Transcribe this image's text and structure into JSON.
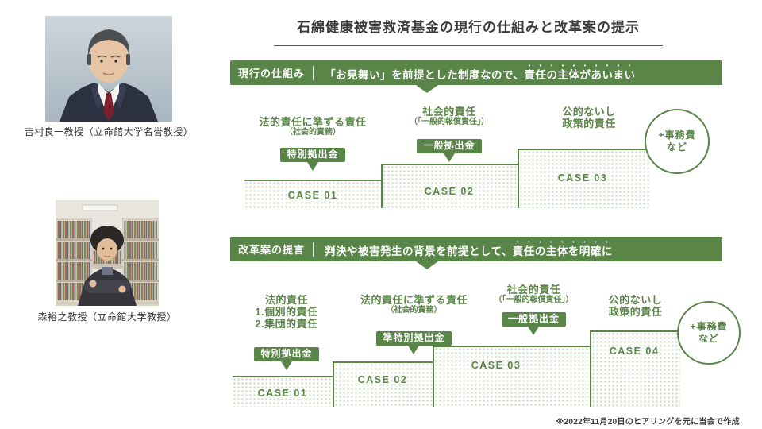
{
  "slide": {
    "title": "石綿健康被害救済基金の現行の仕組みと改革案の提示",
    "footer_note": "※2022年11月20日のヒアリングを元に当会で作成"
  },
  "professors": [
    {
      "caption": "吉村良一教授（立命館大学名誉教授）",
      "photo": "portrait-man-dark-suit-red-tie"
    },
    {
      "caption": "森裕之教授（立命館大学教授）",
      "photo": "portrait-man-arms-crossed-library"
    }
  ],
  "current_system": {
    "banner": {
      "label": "現行の仕組み",
      "message": "「お見舞い」を前提とした制度なので、",
      "emphasized": "責任の主体があいまい"
    },
    "columns": [
      {
        "title": "法的責任に準ずる責任",
        "subtitle": "（社会的責務）",
        "badge": "特別拠出金"
      },
      {
        "title": "社会的責任",
        "subtitle": "（「一般的報償責任」）",
        "badge": "一般拠出金"
      },
      {
        "title_line1": "公的ないし",
        "title_line2": "政策的責任"
      }
    ],
    "cases": [
      "CASE 01",
      "CASE 02",
      "CASE 03"
    ],
    "extra_circle": {
      "line1": "+事務費",
      "line2": "など"
    }
  },
  "reform_proposal": {
    "banner": {
      "label": "改革案の提言",
      "message": "判決や被害発生の背景を前提として、",
      "emphasized": "責任の主体を明確に"
    },
    "columns": [
      {
        "title": "法的責任",
        "item1": "1.個別的責任",
        "item2": "2.集団的責任",
        "badge": "特別拠出金"
      },
      {
        "title": "法的責任に準ずる責任",
        "subtitle": "（社会的責務）",
        "badge": "準特別拠出金"
      },
      {
        "title": "社会的責任",
        "subtitle": "（「一般的報償責任」）",
        "badge": "一般拠出金"
      },
      {
        "title_line1": "公的ないし",
        "title_line2": "政策的責任"
      }
    ],
    "cases": [
      "CASE 01",
      "CASE 02",
      "CASE 03",
      "CASE 04"
    ],
    "extra_circle": {
      "line1": "+事務費",
      "line2": "など"
    }
  },
  "colors": {
    "green": "#5a8548",
    "text": "#333333"
  }
}
